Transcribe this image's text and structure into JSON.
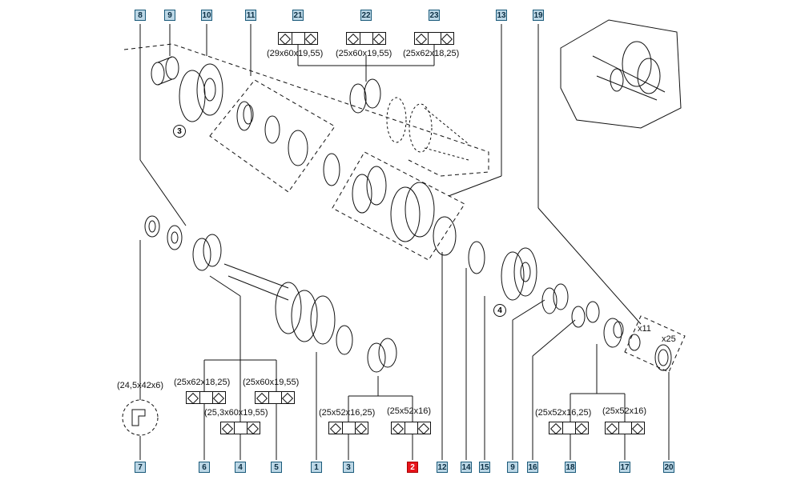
{
  "refs": {
    "r8": "8",
    "r9": "9",
    "r10": "10",
    "r11": "11",
    "r21": "21",
    "r22": "22",
    "r23": "23",
    "r13": "13",
    "r19": "19",
    "r7": "7",
    "r6": "6",
    "r4": "4",
    "r5": "5",
    "r1": "1",
    "r3": "3",
    "r2": "2",
    "r12": "12",
    "r14": "14",
    "r15": "15",
    "r9b": "9",
    "r16": "16",
    "r18": "18",
    "r17": "17",
    "r20": "20"
  },
  "dims": {
    "d21": "(29x60x19,55)",
    "d22": "(25x60x19,55)",
    "d23": "(25x62x18,25)",
    "d7": "(24,5x42x6)",
    "d6": "(25x62x18,25)",
    "d5": "(25x60x19,55)",
    "d4": "(25,3x60x19,55)",
    "d3": "(25x52x16,25)",
    "d2": "(25x52x16)",
    "d18": "(25x52x16,25)",
    "d17": "(25x52x16)"
  },
  "circles": {
    "c3": "3",
    "c4": "4"
  },
  "quantities": {
    "q11": "x11",
    "q25": "x25"
  },
  "highlight_color": "#e8141b"
}
